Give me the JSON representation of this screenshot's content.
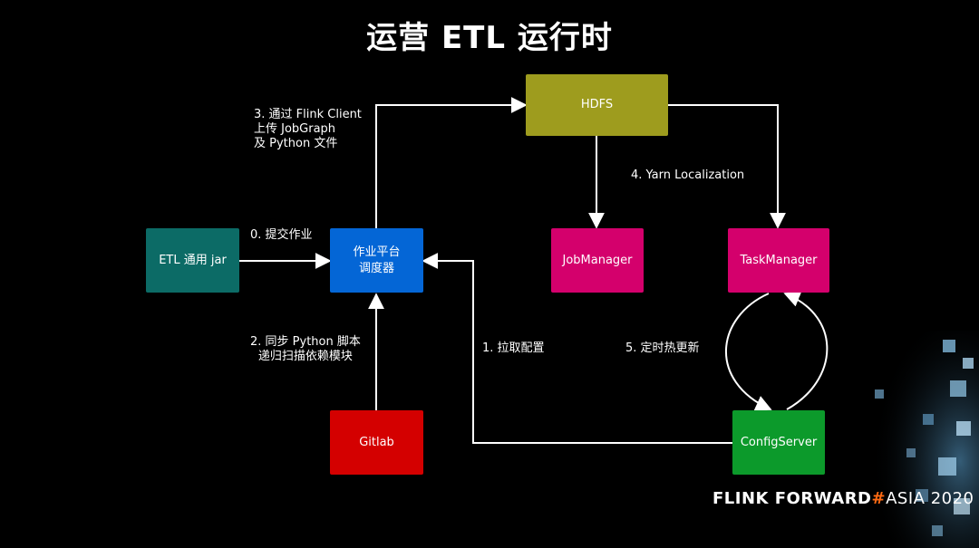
{
  "title": "运营 ETL 运行时",
  "nodes": {
    "hdfs": {
      "label": "HDFS",
      "color": "#9e9c1e"
    },
    "etl_jar": {
      "label": "ETL 通用 jar",
      "color": "#0c6b66"
    },
    "scheduler": {
      "line1": "作业平台",
      "line2": "调度器",
      "color": "#0466d6"
    },
    "jobmanager": {
      "label": "JobManager",
      "color": "#d4006c"
    },
    "taskmanager": {
      "label": "TaskManager",
      "color": "#d4006c"
    },
    "gitlab": {
      "label": "Gitlab",
      "color": "#d40000"
    },
    "configserver": {
      "label": "ConfigServer",
      "color": "#0c9a2b"
    }
  },
  "edges": {
    "submit": {
      "label": "0. 提交作业"
    },
    "pull_config": {
      "label": "1. 拉取配置"
    },
    "sync_python": {
      "line1": "2. 同步 Python 脚本",
      "line2": "递归扫描依赖模块"
    },
    "upload": {
      "line1": "3. 通过 Flink Client",
      "line2": "上传 JobGraph",
      "line3": "及 Python 文件"
    },
    "yarn": {
      "label": "4. Yarn Localization"
    },
    "hot_update": {
      "label": "5. 定时热更新"
    }
  },
  "brand": {
    "flink": "FLINK",
    "forward": "FORWARD",
    "hash": "#",
    "asia": "ASIA 2020",
    "accent": "#ff6a13"
  }
}
